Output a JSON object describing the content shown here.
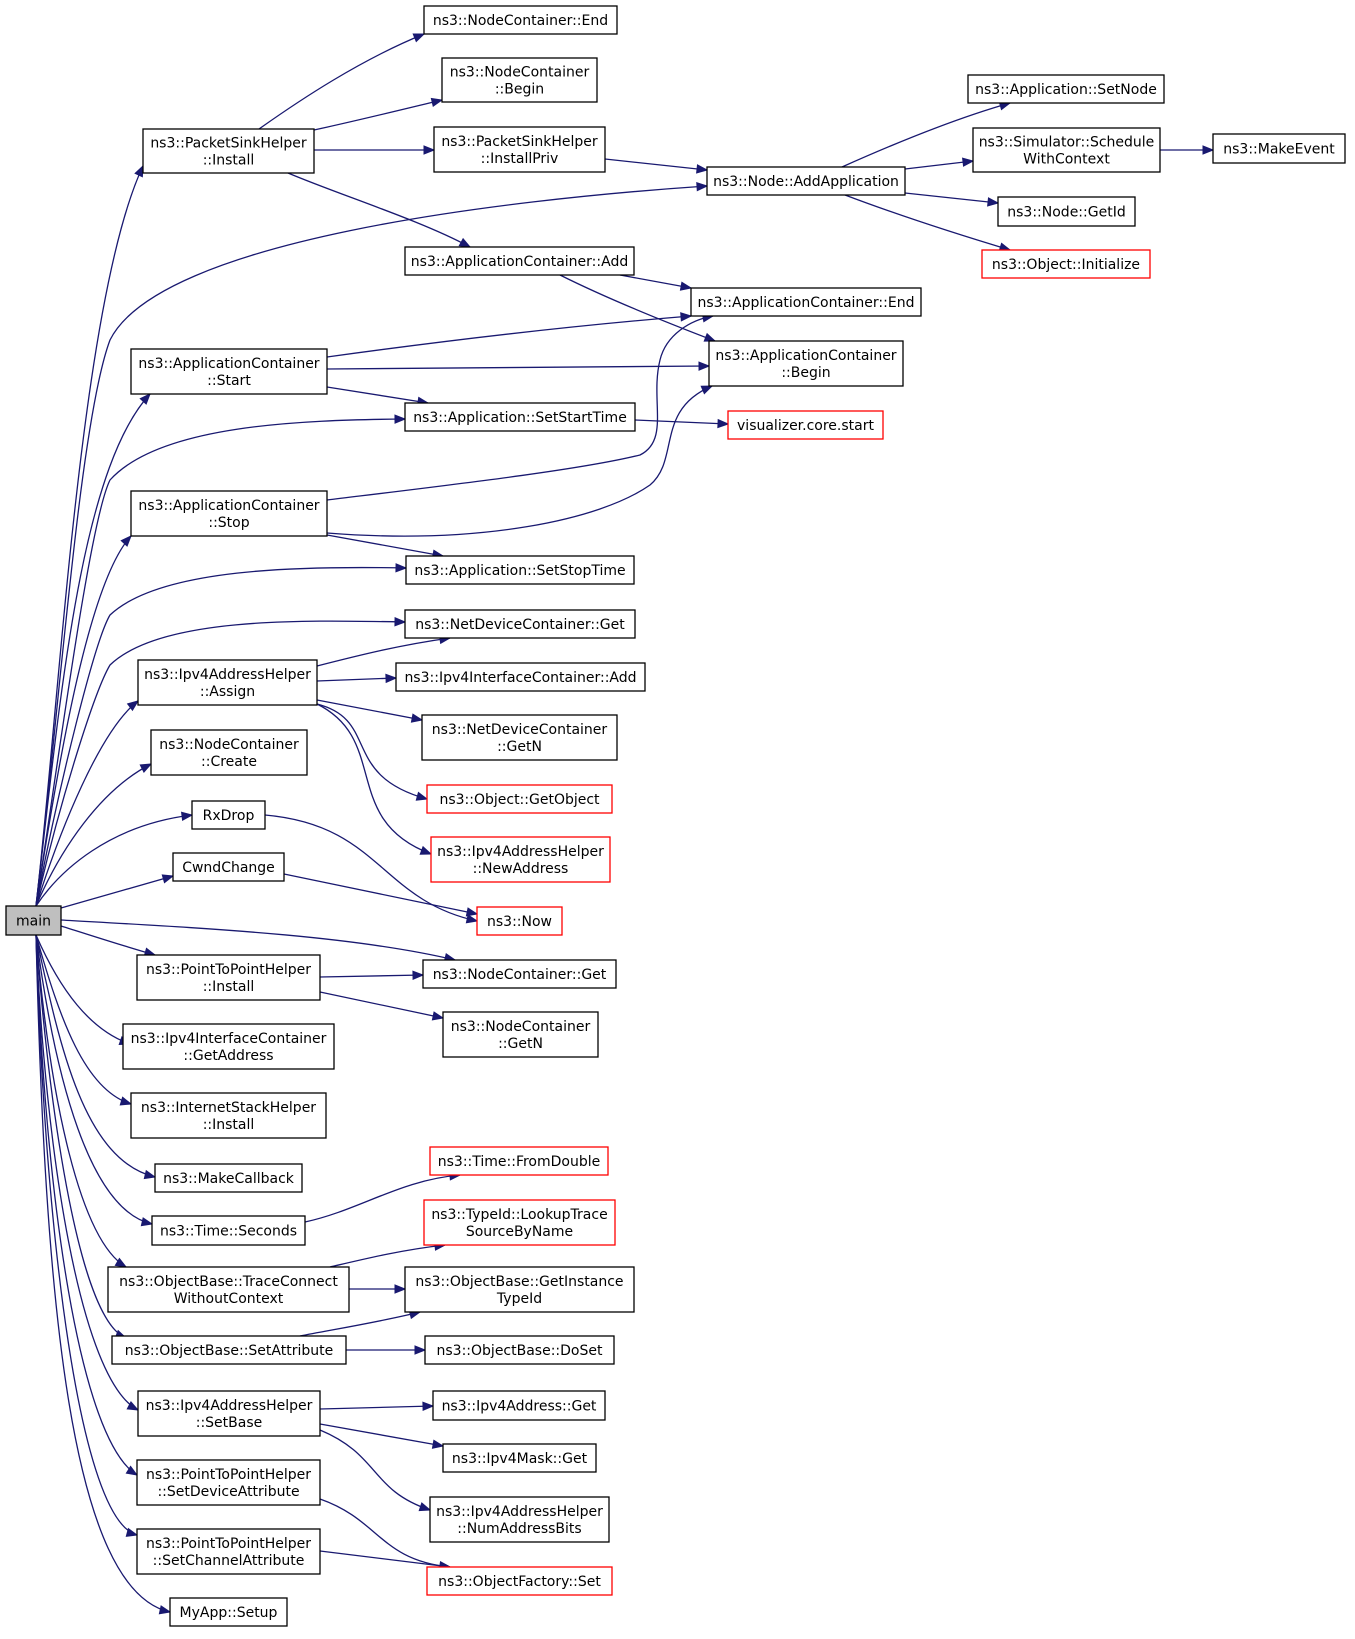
{
  "nodes": {
    "main": {
      "lines": [
        "main"
      ]
    },
    "nc_end": {
      "lines": [
        "ns3::NodeContainer::End"
      ]
    },
    "nc_begin": {
      "lines": [
        "ns3::NodeContainer",
        "::Begin"
      ]
    },
    "psh_install": {
      "lines": [
        "ns3::PacketSinkHelper",
        "::Install"
      ]
    },
    "psh_installpriv": {
      "lines": [
        "ns3::PacketSinkHelper",
        "::InstallPriv"
      ]
    },
    "app_setnode": {
      "lines": [
        "ns3::Application::SetNode"
      ]
    },
    "sim_schedule": {
      "lines": [
        "ns3::Simulator::Schedule",
        "WithContext"
      ]
    },
    "makeevent": {
      "lines": [
        "ns3::MakeEvent"
      ]
    },
    "node_addapp": {
      "lines": [
        "ns3::Node::AddApplication"
      ]
    },
    "node_getid": {
      "lines": [
        "ns3::Node::GetId"
      ]
    },
    "obj_initialize": {
      "lines": [
        "ns3::Object::Initialize"
      ]
    },
    "ac_add": {
      "lines": [
        "ns3::ApplicationContainer::Add"
      ]
    },
    "ac_end": {
      "lines": [
        "ns3::ApplicationContainer::End"
      ]
    },
    "ac_start": {
      "lines": [
        "ns3::ApplicationContainer",
        "::Start"
      ]
    },
    "ac_begin": {
      "lines": [
        "ns3::ApplicationContainer",
        "::Begin"
      ]
    },
    "app_setstart": {
      "lines": [
        "ns3::Application::SetStartTime"
      ]
    },
    "viz_start": {
      "lines": [
        "visualizer.core.start"
      ]
    },
    "ac_stop": {
      "lines": [
        "ns3::ApplicationContainer",
        "::Stop"
      ]
    },
    "app_setstop": {
      "lines": [
        "ns3::Application::SetStopTime"
      ]
    },
    "ndc_get": {
      "lines": [
        "ns3::NetDeviceContainer::Get"
      ]
    },
    "ipv4ah_assign": {
      "lines": [
        "ns3::Ipv4AddressHelper",
        "::Assign"
      ]
    },
    "ipv4ic_add": {
      "lines": [
        "ns3::Ipv4InterfaceContainer::Add"
      ]
    },
    "ndc_getn": {
      "lines": [
        "ns3::NetDeviceContainer",
        "::GetN"
      ]
    },
    "nc_create": {
      "lines": [
        "ns3::NodeContainer",
        "::Create"
      ]
    },
    "obj_getobject": {
      "lines": [
        "ns3::Object::GetObject"
      ]
    },
    "rxdrop": {
      "lines": [
        "RxDrop"
      ]
    },
    "ipv4ah_newaddr": {
      "lines": [
        "ns3::Ipv4AddressHelper",
        "::NewAddress"
      ]
    },
    "cwndchange": {
      "lines": [
        "CwndChange"
      ]
    },
    "now": {
      "lines": [
        "ns3::Now"
      ]
    },
    "p2p_install": {
      "lines": [
        "ns3::PointToPointHelper",
        "::Install"
      ]
    },
    "nc_get": {
      "lines": [
        "ns3::NodeContainer::Get"
      ]
    },
    "nc_getn": {
      "lines": [
        "ns3::NodeContainer",
        "::GetN"
      ]
    },
    "ipv4ic_getaddr": {
      "lines": [
        "ns3::Ipv4InterfaceContainer",
        "::GetAddress"
      ]
    },
    "ish_install": {
      "lines": [
        "ns3::InternetStackHelper",
        "::Install"
      ]
    },
    "time_fromdouble": {
      "lines": [
        "ns3::Time::FromDouble"
      ]
    },
    "makecallback": {
      "lines": [
        "ns3::MakeCallback"
      ]
    },
    "time_seconds": {
      "lines": [
        "ns3::Time::Seconds"
      ]
    },
    "typeid_lookup": {
      "lines": [
        "ns3::TypeId::LookupTrace",
        "SourceByName"
      ]
    },
    "ob_traceconnect": {
      "lines": [
        "ns3::ObjectBase::TraceConnect",
        "WithoutContext"
      ]
    },
    "ob_getinstance": {
      "lines": [
        "ns3::ObjectBase::GetInstance",
        "TypeId"
      ]
    },
    "ob_setattr": {
      "lines": [
        "ns3::ObjectBase::SetAttribute"
      ]
    },
    "ob_doset": {
      "lines": [
        "ns3::ObjectBase::DoSet"
      ]
    },
    "ipv4ah_setbase": {
      "lines": [
        "ns3::Ipv4AddressHelper",
        "::SetBase"
      ]
    },
    "ipv4addr_get": {
      "lines": [
        "ns3::Ipv4Address::Get"
      ]
    },
    "ipv4mask_get": {
      "lines": [
        "ns3::Ipv4Mask::Get"
      ]
    },
    "ipv4ah_numbits": {
      "lines": [
        "ns3::Ipv4AddressHelper",
        "::NumAddressBits"
      ]
    },
    "p2p_setdev": {
      "lines": [
        "ns3::PointToPointHelper",
        "::SetDeviceAttribute"
      ]
    },
    "p2p_setchan": {
      "lines": [
        "ns3::PointToPointHelper",
        "::SetChannelAttribute"
      ]
    },
    "of_set": {
      "lines": [
        "ns3::ObjectFactory::Set"
      ]
    },
    "myapp_setup": {
      "lines": [
        "MyApp::Setup"
      ]
    }
  },
  "colors": {
    "edge": "#191970",
    "box_border": "#000000",
    "external_border": "#ff0000",
    "root_fill": "#bfbfbf",
    "background": "#ffffff"
  }
}
